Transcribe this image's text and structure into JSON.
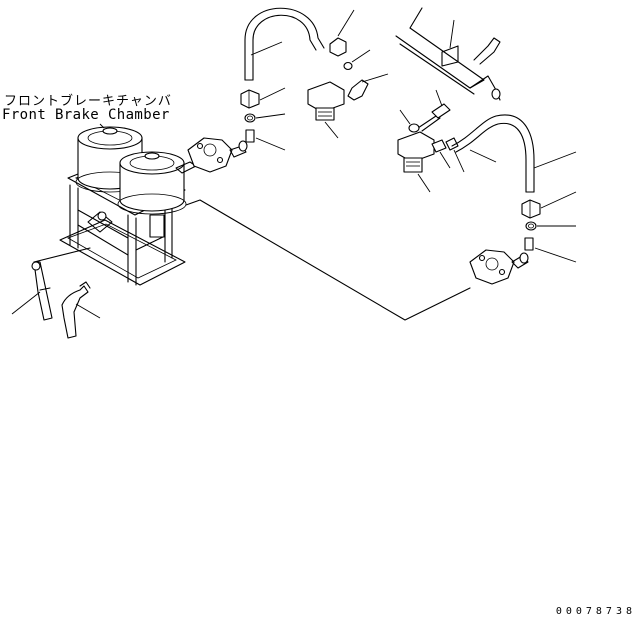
{
  "title": {
    "japanese": "フロントブレーキチャンバ",
    "english": "Front Brake Chamber"
  },
  "drawing_number": "00078738"
}
